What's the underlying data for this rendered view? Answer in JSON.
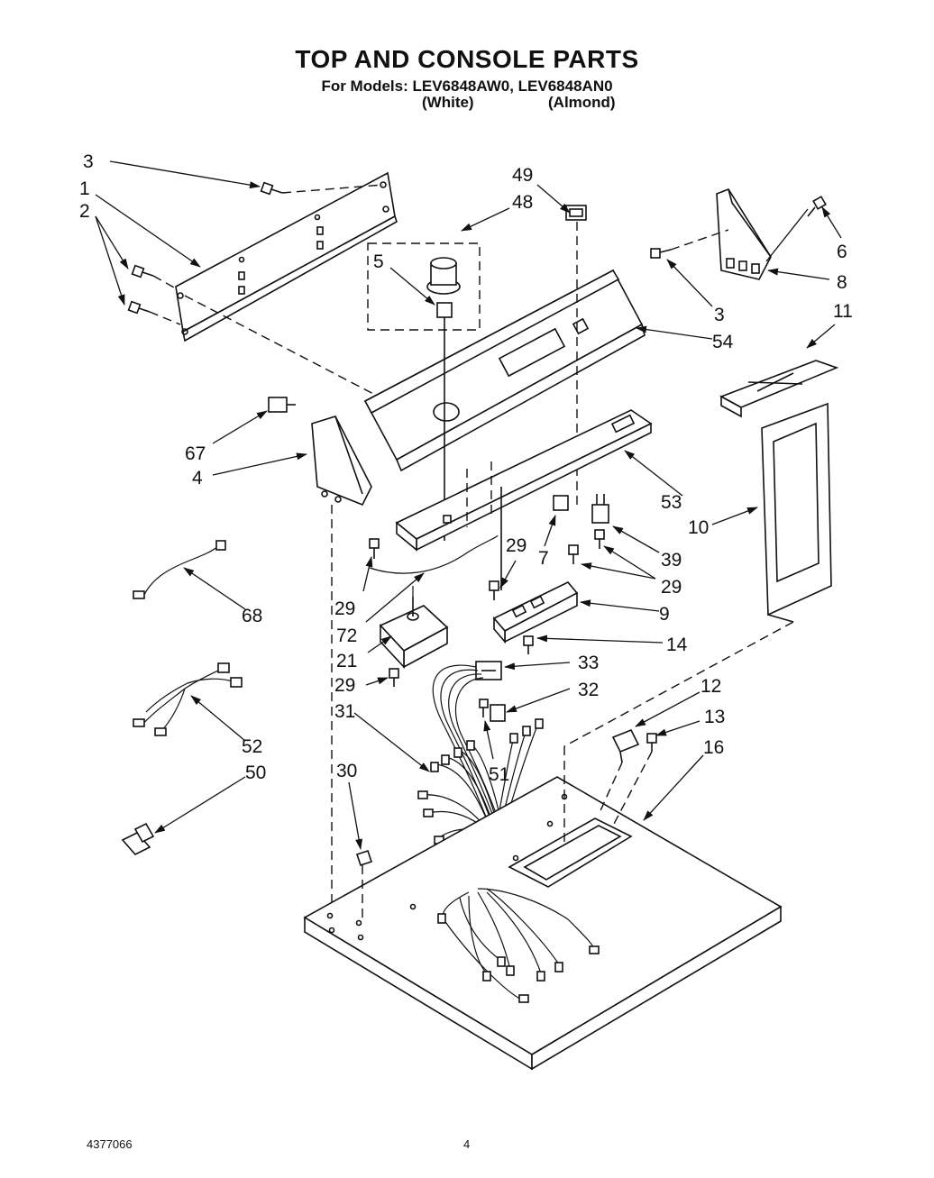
{
  "header": {
    "title": "TOP AND CONSOLE PARTS",
    "subtitle": "For Models: LEV6848AW0, LEV6848AN0",
    "color_white": "(White)",
    "color_almond": "(Almond)"
  },
  "footer": {
    "doc_number": "4377066",
    "page_number": "4"
  },
  "callouts": {
    "c1": "1",
    "c2": "2",
    "c3a": "3",
    "c3b": "3",
    "c4": "4",
    "c5": "5",
    "c6": "6",
    "c7": "7",
    "c8": "8",
    "c9": "9",
    "c10": "10",
    "c11": "11",
    "c12": "12",
    "c13": "13",
    "c14": "14",
    "c16": "16",
    "c21": "21",
    "c29a": "29",
    "c29b": "29",
    "c29c": "29",
    "c29d": "29",
    "c30": "30",
    "c31": "31",
    "c32": "32",
    "c33": "33",
    "c39": "39",
    "c48": "48",
    "c49": "49",
    "c50": "50",
    "c51": "51",
    "c52": "52",
    "c53": "53",
    "c54": "54",
    "c67": "67",
    "c68": "68",
    "c72": "72"
  }
}
